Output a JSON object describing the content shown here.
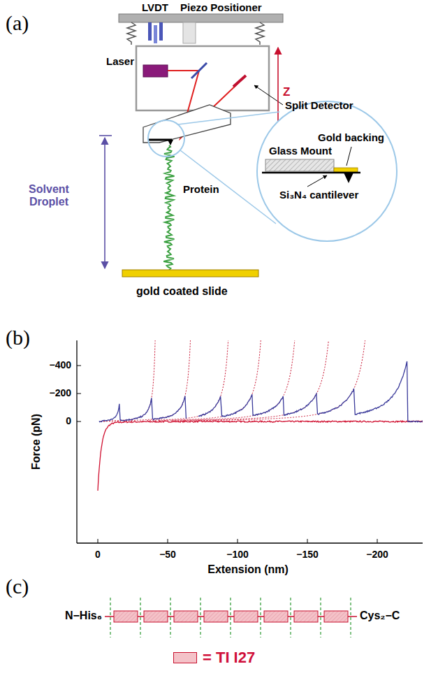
{
  "diagram": {
    "labels": [
      "(a)",
      "LVDT",
      "Piezo Positioner",
      "Laser",
      "Split Detector",
      "Z",
      "Solvent Droplet",
      "Protein",
      "Glass Mount",
      "Gold backing",
      "Si₃N₄ cantilever",
      "gold coated slide",
      "(b)",
      "−400",
      "−200",
      "0",
      "Force (pN)",
      "0",
      "−50",
      "−100",
      "−150",
      "−200",
      "Extension (nm)",
      "(c)",
      "N−His₆",
      "Cys₂−C"
    ],
    "legend": [
      {
        "text": "= TI I27",
        "color": "#f4c2c8"
      }
    ]
  }
}
